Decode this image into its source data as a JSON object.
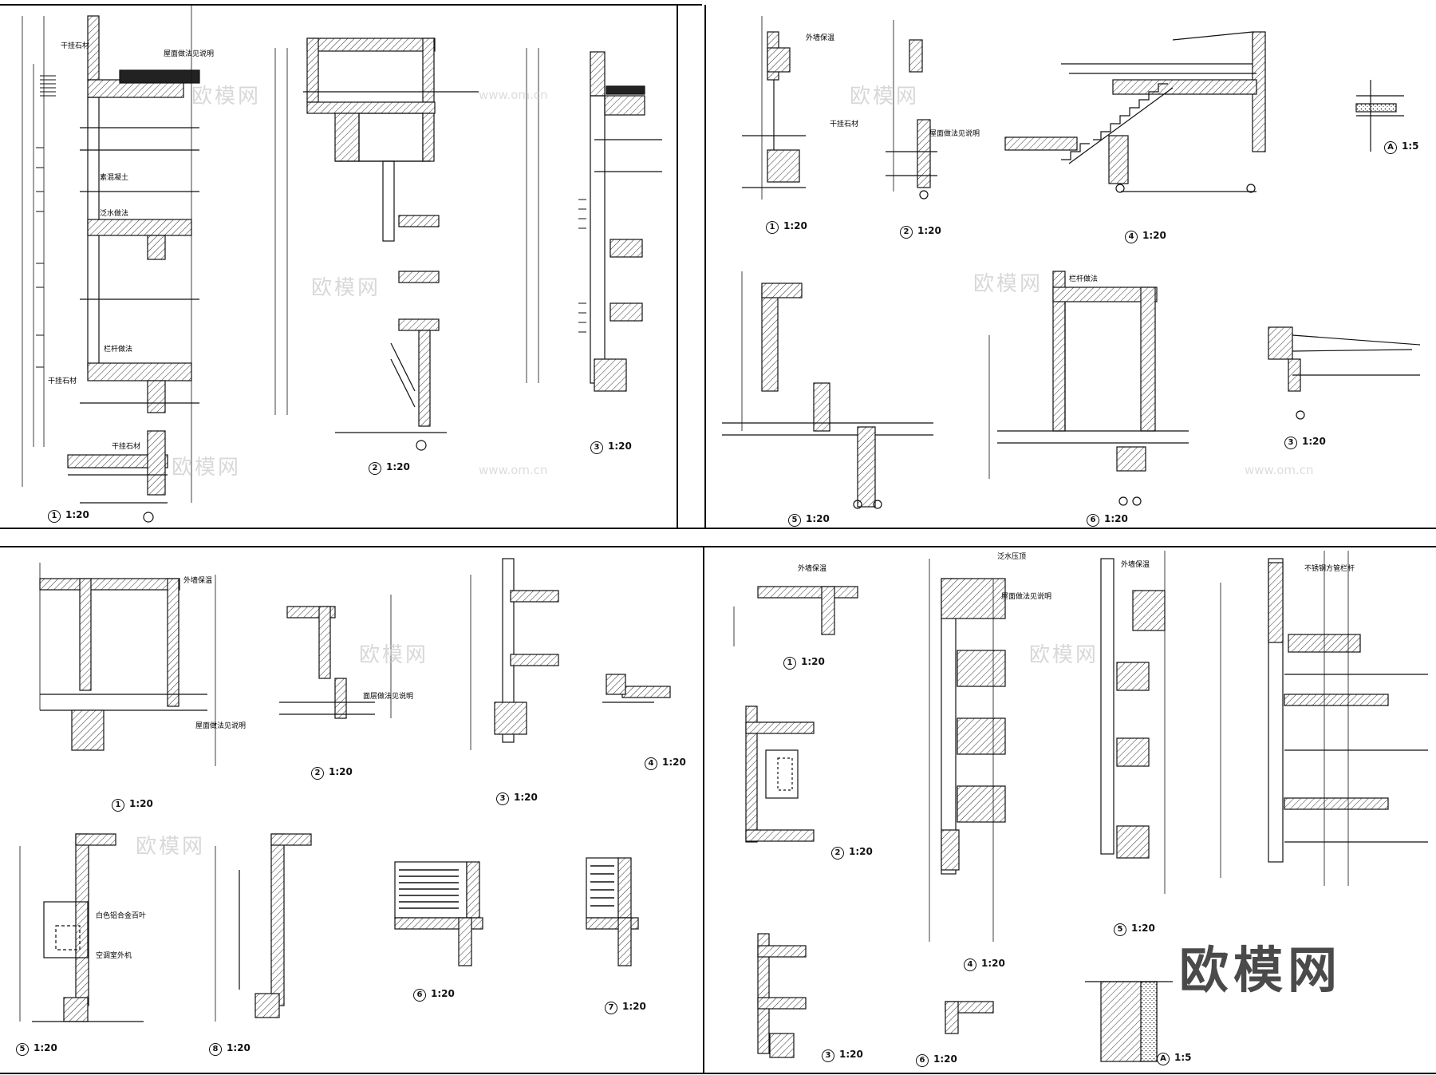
{
  "drawing": {
    "panels": [
      {
        "details": [
          {
            "num": "1",
            "scale": "1:20"
          },
          {
            "num": "2",
            "scale": "1:20"
          },
          {
            "num": "3",
            "scale": "1:20"
          }
        ]
      },
      {
        "details": [
          {
            "num": "1",
            "scale": "1:20"
          },
          {
            "num": "2",
            "scale": "1:20"
          },
          {
            "num": "4",
            "scale": "1:20"
          },
          {
            "num": "A",
            "scale": "1:5"
          },
          {
            "num": "5",
            "scale": "1:20"
          },
          {
            "num": "6",
            "scale": "1:20"
          },
          {
            "num": "3",
            "scale": "1:20"
          }
        ]
      },
      {
        "details": [
          {
            "num": "1",
            "scale": "1:20"
          },
          {
            "num": "2",
            "scale": "1:20"
          },
          {
            "num": "3",
            "scale": "1:20"
          },
          {
            "num": "4",
            "scale": "1:20"
          },
          {
            "num": "5",
            "scale": "1:20"
          },
          {
            "num": "8",
            "scale": "1:20"
          },
          {
            "num": "6",
            "scale": "1:20"
          },
          {
            "num": "7",
            "scale": "1:20"
          }
        ]
      },
      {
        "details": [
          {
            "num": "1",
            "scale": "1:20"
          },
          {
            "num": "2",
            "scale": "1:20"
          },
          {
            "num": "3",
            "scale": "1:20"
          },
          {
            "num": "4",
            "scale": "1:20"
          },
          {
            "num": "5",
            "scale": "1:20"
          },
          {
            "num": "6",
            "scale": "1:20"
          },
          {
            "num": "A",
            "scale": "1:5"
          }
        ]
      }
    ],
    "annotations": {
      "p1": [
        "干挂石材",
        "屋面做法见说明",
        "素混凝土",
        "泛水做法",
        "栏杆做法",
        "干挂石材",
        "干挂石材"
      ],
      "p2": [
        "外墙保温",
        "屋面做法见说明",
        "栏杆做法",
        "干挂石材"
      ],
      "p3": [
        "屋面做法见说明",
        "外墙保温",
        "面层做法见说明",
        "白色铝合金百叶",
        "空调室外机"
      ],
      "p4": [
        "泛水压顶",
        "屋面做法见说明",
        "不锈钢方管栏杆",
        "外墙保温",
        "外墙保温"
      ]
    },
    "watermark": {
      "brand": "欧模网",
      "url": "www.om.cn"
    }
  }
}
